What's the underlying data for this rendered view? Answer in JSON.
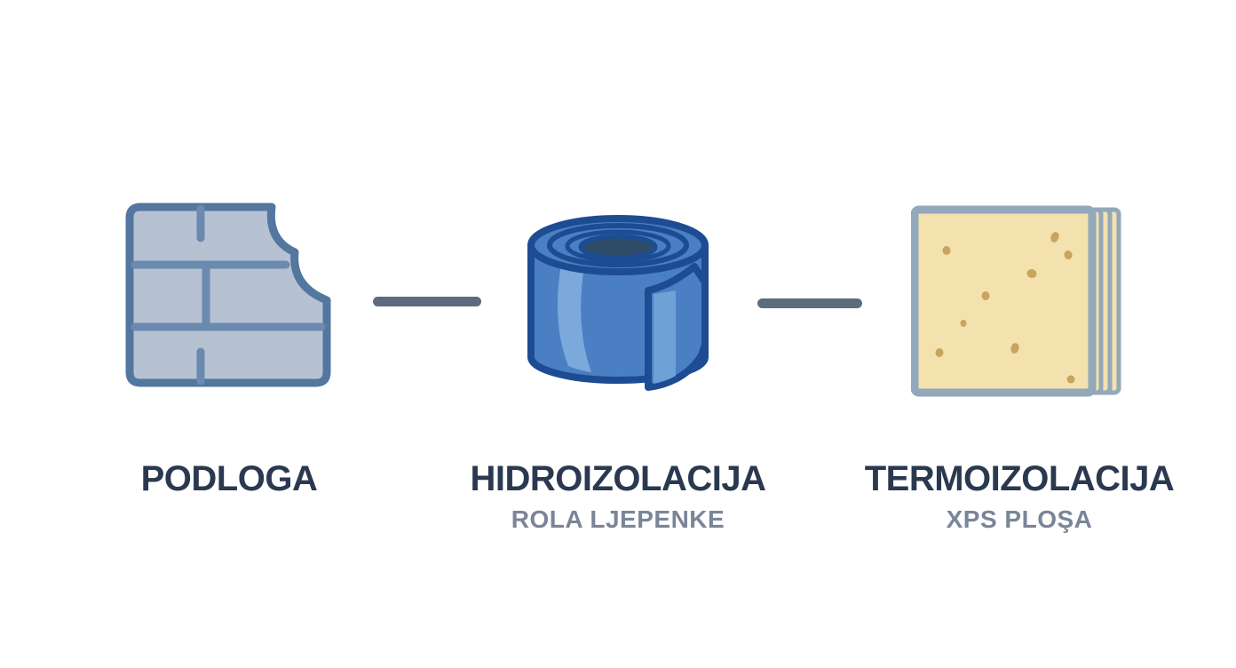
{
  "diagram": {
    "background_color": "#ffffff",
    "connector_color": "#5d6c7c",
    "title_color": "#2b3950",
    "subtitle_color": "#7a8598",
    "items": [
      {
        "title": "PODLOGA",
        "subtitle": "",
        "icon": "brick-wall-icon",
        "icon_colors": {
          "fill": "#b6c2d2",
          "outline": "#53779e",
          "mortar": "#6b8ab0"
        }
      },
      {
        "title": "HIDROIZOLACIJA",
        "subtitle": "ROLA LJEPENKE",
        "icon": "membrane-roll-icon",
        "icon_colors": {
          "fill": "#4a80c3",
          "outline": "#1d4c92",
          "highlight": "#7ca9dc",
          "core_hole": "#2e4c68"
        }
      },
      {
        "title": "TERMOIZOLACIJA",
        "subtitle": "XPS PLOŞA",
        "icon": "xps-board-icon",
        "icon_colors": {
          "fill": "#f3e1ae",
          "edge": "#92a8bb",
          "speckle": "#c7a55f"
        }
      }
    ]
  }
}
